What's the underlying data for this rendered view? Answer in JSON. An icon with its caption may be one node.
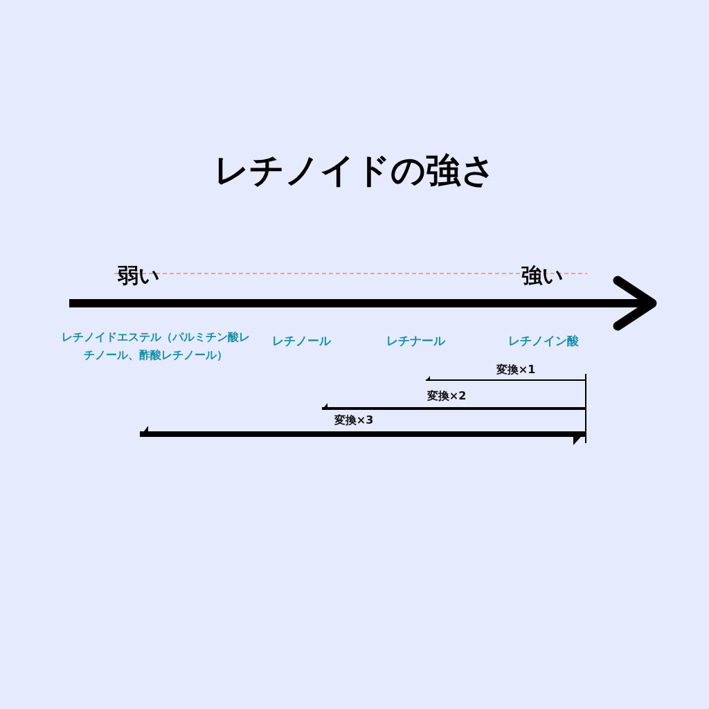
{
  "diagram": {
    "title": "レチノイドの強さ",
    "labels": [
      "弱い",
      "強い",
      "レチノイドエステル（パルミチン酸レチノール、酢酸レチノール）",
      "レチノール",
      "レチナール",
      "レチノイン酸",
      "変換×1",
      "変換×2",
      "変換×3"
    ]
  }
}
